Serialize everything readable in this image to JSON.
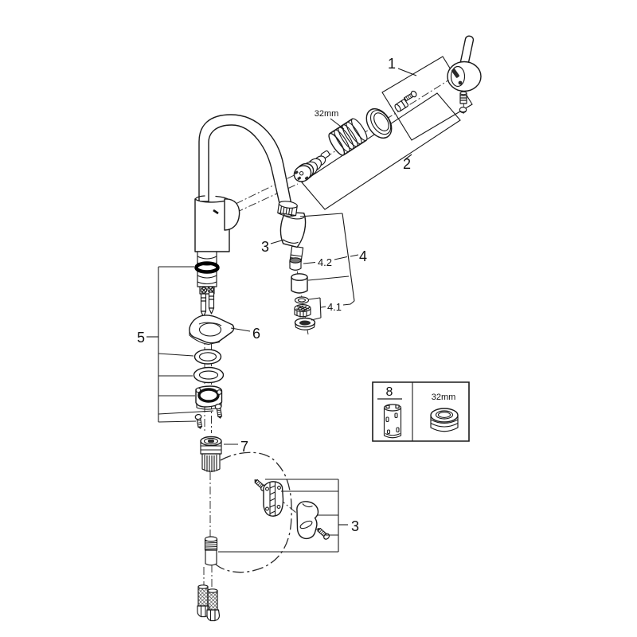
{
  "figure": {
    "background": "#ffffff",
    "line_color": "#1a1a1a",
    "labels": {
      "c1": "1",
      "c2": "2",
      "c3_spray": "3",
      "c3_holder": "3",
      "c4": "4",
      "c4_1": "4.1",
      "c4_2": "4.2",
      "c5": "5",
      "c6": "6",
      "c7": "7",
      "c8": "8",
      "nut_size": "32mm",
      "tool_size": "32mm"
    }
  }
}
